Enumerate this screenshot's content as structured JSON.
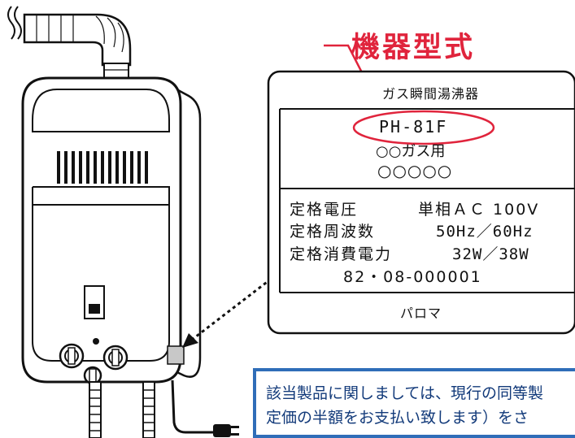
{
  "callout": {
    "title": "機器型式"
  },
  "nameplate": {
    "heading": "ガス瞬間湯沸器",
    "model": "PH-81F",
    "gas_type": "○○ガス用",
    "code": "○○○○○",
    "specs": [
      {
        "label": "定格電圧",
        "value": "単相ＡＣ 100V"
      },
      {
        "label": "定格周波数",
        "value": "50Hz／60Hz"
      },
      {
        "label": "定格消費電力",
        "value": "32W／38W"
      }
    ],
    "serial": "82・08-000001",
    "maker": "パロマ"
  },
  "notice": {
    "line1": "該当製品に関しましては、現行の同等製",
    "line2": "定価の半額をお支払い致します）をさ"
  },
  "colors": {
    "highlight": "#e0243c",
    "notice_border": "#2f6db8",
    "notice_text": "#123a7a"
  }
}
